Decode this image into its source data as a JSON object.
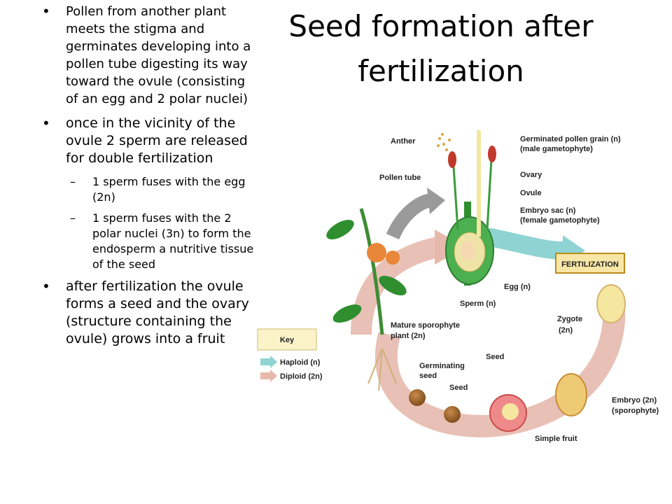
{
  "slide": {
    "title": "Seed formation after fertilization",
    "bullets": [
      "Pollen from another plant meets the stigma and germinates developing into a pollen tube digesting its way toward the ovule (consisting of an egg and 2 polar nuclei)",
      "once in the vicinity of the ovule 2 sperm are released for double fertilization"
    ],
    "sub_bullets": [
      "1 sperm fuses with the egg (2n)",
      "1 sperm fuses with the 2 polar nuclei (3n) to form the endosperm a nutritive tissue of the seed"
    ],
    "last_bullet": "after fertilization the ovule forms a seed and the ovary (structure containing the ovule) grows into a fruit"
  },
  "figure": {
    "labels": {
      "anther": "Anther",
      "pollen_tube": "Pollen tube",
      "germinated_pollen": "Germinated pollen grain (n)",
      "male_gametophyte": "(male gametophyte)",
      "ovary": "Ovary",
      "ovule": "Ovule",
      "embryo_sac": "Embryo sac (n)",
      "female_gametophyte": "(female gametophyte)",
      "fertilization": "FERTILIZATION",
      "egg": "Egg (n)",
      "sperm": "Sperm (n)",
      "zygote": "Zygote",
      "zygote_ploidy": "(2n)",
      "mature_sporophyte": "Mature sporophyte",
      "mature_sporophyte_2": "plant (2n)",
      "seed_top": "Seed",
      "germinating": "Germinating",
      "germinating_2": "seed",
      "seed_bottom": "Seed",
      "embryo": "Embryo (2n)",
      "sporophyte": "(sporophyte)",
      "simple_fruit": "Simple fruit"
    },
    "key": {
      "title": "Key",
      "haploid": "Haploid (n)",
      "diploid": "Diploid (2n)"
    },
    "colors": {
      "haploid_arrow": "#8fd3d3",
      "diploid_arrow": "#e7b9ad",
      "key_box": "#fbf3c8",
      "fertilization_box": "#f8e6a6"
    }
  }
}
